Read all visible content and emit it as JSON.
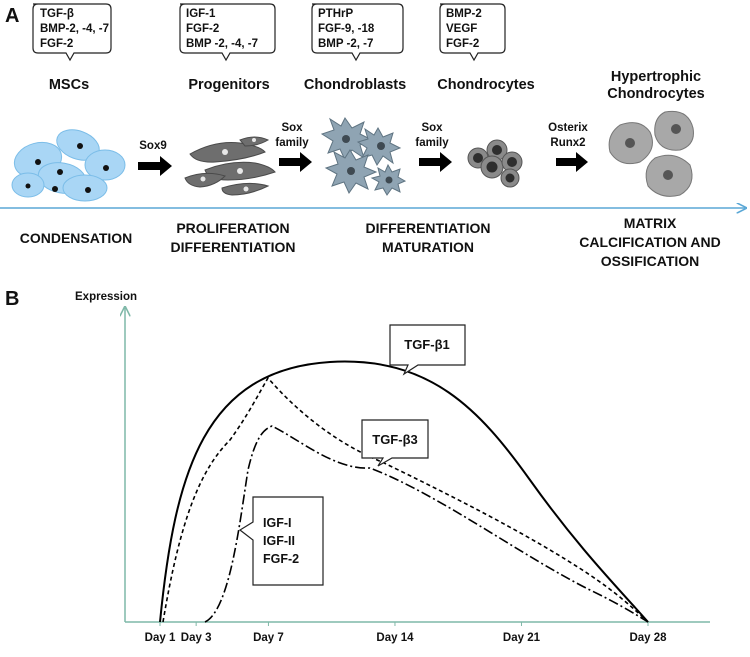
{
  "panel_a": {
    "label": "A",
    "factor_boxes": [
      [
        "TGF-β",
        "BMP-2, -4, -7",
        "FGF-2"
      ],
      [
        "IGF-1",
        "FGF-2",
        "BMP -2, -4, -7"
      ],
      [
        "PTHrP",
        "FGF-9, -18",
        "BMP -2, -7"
      ],
      [
        "BMP-2",
        "VEGF",
        "FGF-2"
      ]
    ],
    "stages": [
      "MSCs",
      "Progenitors",
      "Chondroblasts",
      "Chondrocytes",
      "Hypertrophic",
      "Chondrocytes"
    ],
    "transitions": [
      [
        "Sox9"
      ],
      [
        "Sox",
        "family"
      ],
      [
        "Sox",
        "family"
      ],
      [
        "Osterix",
        "Runx2"
      ]
    ],
    "processes": [
      [
        "CONDENSATION"
      ],
      [
        "PROLIFERATION",
        "DIFFERENTIATION"
      ],
      [
        "DIFFERENTIATION",
        "MATURATION"
      ],
      [
        "MATRIX",
        "CALCIFICATION AND",
        "OSSIFICATION"
      ]
    ]
  },
  "panel_b": {
    "label": "B",
    "y_axis_label": "Expression",
    "callouts": {
      "tgfb1": "TGF-β1",
      "tgfb3": "TGF-β3",
      "igf": [
        "IGF-I",
        "IGF-II",
        "FGF-2"
      ]
    }
  },
  "chart_data": {
    "type": "line",
    "ylabel": "Expression",
    "x_ticks": [
      "Day 1",
      "Day 3",
      "Day 7",
      "Day 14",
      "Day 21",
      "Day 28"
    ],
    "x": [
      1,
      3,
      7,
      14,
      21,
      28
    ],
    "series": [
      {
        "name": "TGF-β1",
        "values": [
          0,
          0.9,
          0.98,
          0.88,
          0.55,
          0
        ]
      },
      {
        "name": "TGF-β3",
        "values": [
          0,
          0.55,
          0.97,
          0.55,
          0.36,
          0
        ]
      },
      {
        "name": "IGF-I, IGF-II, FGF-2",
        "values": [
          0,
          0,
          0.8,
          0.5,
          0.27,
          0
        ]
      }
    ]
  },
  "colors": {
    "cell_fill": "#a9d6f5",
    "cell_edge": "#7bbde8",
    "progenitor": "#6e6e6e",
    "chondroblast": "#8fa4b3",
    "chondrocyte": "#8a8a8a",
    "hypertrophic": "#a8a8a8",
    "timeline": "#5aa7d6",
    "axis": "#7fb8a8"
  }
}
